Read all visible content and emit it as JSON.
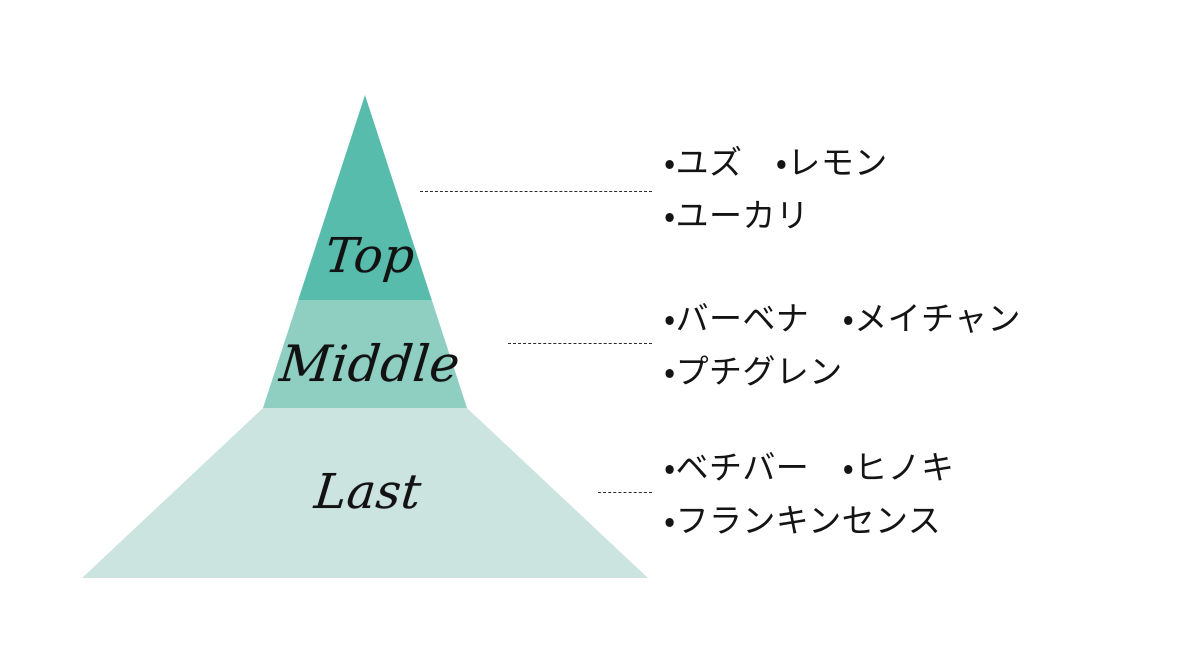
{
  "figure": {
    "type": "fragrance-note-pyramid",
    "background_color": "#ffffff"
  },
  "pyramid": {
    "bands": [
      {
        "id": "top",
        "label": "Top",
        "color": "#57BCAB"
      },
      {
        "id": "middle",
        "label": "Middle",
        "color": "#8ECFC2"
      },
      {
        "id": "last",
        "label": "Last",
        "color": "#CCE4E0"
      }
    ]
  },
  "notes": {
    "top": {
      "lines": [
        "・ユズ　・レモン",
        "・ユーカリ"
      ]
    },
    "middle": {
      "lines": [
        "・バーベナ　・メイチャン",
        "・プチグレン"
      ]
    },
    "last": {
      "lines": [
        "・ベチバー　・ヒノキ",
        "・フランキンセンス"
      ]
    }
  },
  "chart_data": {
    "type": "pie",
    "title": "",
    "categories": [
      "Top",
      "Middle",
      "Last"
    ],
    "values": [
      1,
      1,
      1
    ],
    "series": [
      {
        "name": "Top",
        "color": "#57BCAB",
        "items": [
          "ユズ",
          "レモン",
          "ユーカリ"
        ]
      },
      {
        "name": "Middle",
        "color": "#8ECFC2",
        "items": [
          "バーベナ",
          "メイチャン",
          "プチグレン"
        ]
      },
      {
        "name": "Last",
        "color": "#CCE4E0",
        "items": [
          "ベチバー",
          "ヒノキ",
          "フランキンセンス"
        ]
      }
    ],
    "xlabel": "",
    "ylabel": "",
    "legend": "right",
    "grid": false
  }
}
